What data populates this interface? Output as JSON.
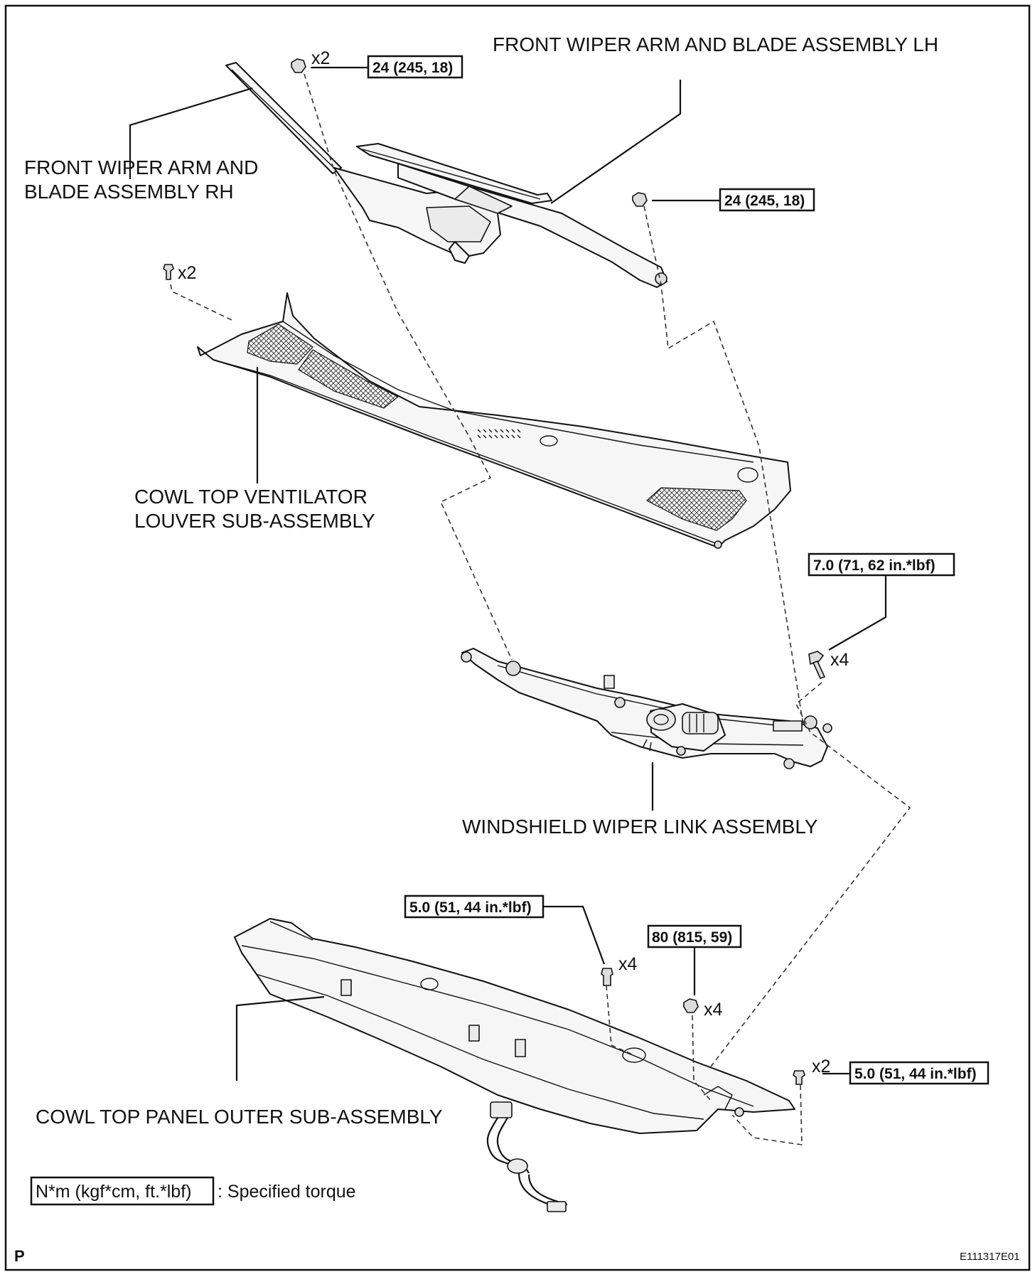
{
  "labels": {
    "wiper_lh": "FRONT WIPER ARM AND BLADE ASSEMBLY LH",
    "wiper_rh_line1": "FRONT WIPER ARM AND",
    "wiper_rh_line2": "BLADE ASSEMBLY RH",
    "louver_line1": "COWL TOP VENTILATOR",
    "louver_line2": "LOUVER SUB-ASSEMBLY",
    "link": "WINDSHIELD WIPER LINK ASSEMBLY",
    "panel": "COWL TOP PANEL OUTER SUB-ASSEMBLY"
  },
  "torques": {
    "wiper_rh_nut": "24 (245, 18)",
    "wiper_lh_nut": "24 (245, 18)",
    "link_bolt": "7.0 (71, 62 in.*lbf)",
    "panel_bolt": "5.0 (51, 44 in.*lbf)",
    "motor_nut": "80 (815, 59)",
    "side_bolt": "5.0 (51, 44 in.*lbf)"
  },
  "quantities": {
    "wiper_nut": "x2",
    "louver_clip": "x2",
    "link_bolt": "x4",
    "panel_bolt": "x4",
    "motor_nut": "x4",
    "side_bolt": "x2"
  },
  "legend": {
    "unit": "N*m (kgf*cm, ft.*lbf)",
    "text": ": Specified torque"
  },
  "footer": {
    "corner_mark": "P",
    "figure_id": "E111317E01"
  }
}
